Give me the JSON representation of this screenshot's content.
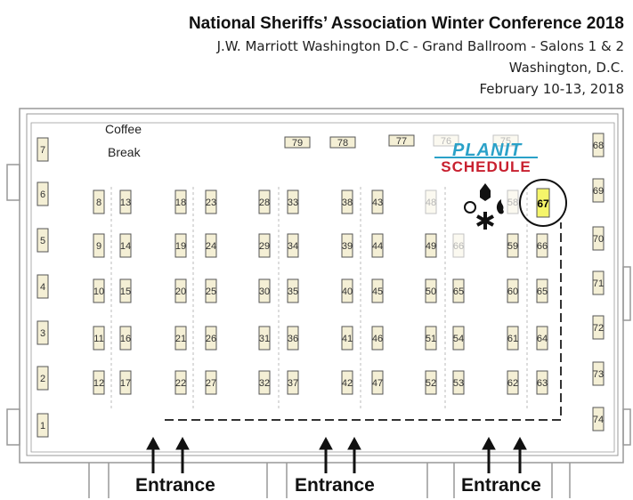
{
  "header": {
    "title": "National Sheriffs’ Association Winter Conference 2018",
    "venue": "J.W. Marriott Washington D.C - Grand Ballroom - Salons 1 & 2",
    "city": "Washington, D.C.",
    "dates": "February 10-13, 2018"
  },
  "coffee": {
    "line1": "Coffee",
    "line2": "Break"
  },
  "logo": {
    "part1": "PLANIT",
    "part2": "SCHEDULE"
  },
  "entrances": [
    "Entrance",
    "Entrance",
    "Entrance"
  ],
  "highlight": {
    "booth": "67",
    "color": "#f5f56a"
  },
  "colors": {
    "booth_fill": "#f4efd5",
    "booth_stroke": "#555555",
    "wall": "#999999"
  },
  "booths": [
    "1",
    "2",
    "3",
    "4",
    "5",
    "6",
    "7",
    "8",
    "9",
    "10",
    "11",
    "12",
    "17",
    "16",
    "15",
    "14",
    "13",
    "18",
    "19",
    "20",
    "21",
    "22",
    "27",
    "26",
    "25",
    "24",
    "23",
    "28",
    "29",
    "30",
    "31",
    "32",
    "37",
    "36",
    "35",
    "34",
    "33",
    "38",
    "39",
    "40",
    "41",
    "42",
    "47",
    "46",
    "45",
    "44",
    "43",
    "48",
    "49",
    "50",
    "51",
    "52",
    "66",
    "65",
    "54",
    "53",
    "58",
    "59",
    "60",
    "61",
    "62",
    "67",
    "66",
    "65",
    "64",
    "63",
    "68",
    "69",
    "70",
    "71",
    "72",
    "73",
    "74",
    "79",
    "78",
    "77",
    "76",
    "75"
  ]
}
